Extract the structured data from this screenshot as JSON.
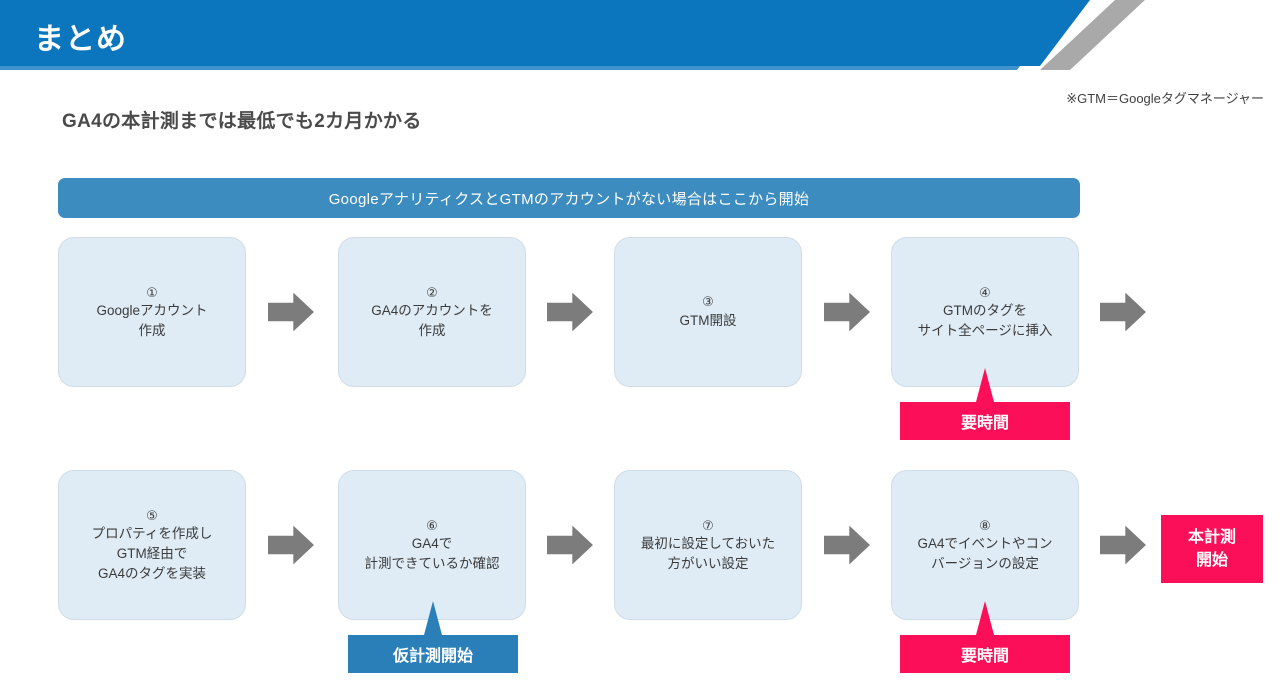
{
  "header": {
    "title": "まとめ",
    "accent_color": "#0b76bd",
    "stripe_color": "#a9a9a9"
  },
  "note": "※GTM＝Googleタグマネージャー",
  "subtitle": "GA4の本計測までは最低でも2カ月かかる",
  "top_banner": {
    "label": "GoogleアナリティクスとGTMのアカウントがない場合はここから開始",
    "color": "#3c8cc0"
  },
  "flow": {
    "row1": {
      "steps": [
        {
          "num": "①",
          "line1": "Googleアカウント",
          "line2": "作成",
          "line3": "",
          "line4": ""
        },
        {
          "num": "②",
          "line1": "GA4のアカウントを",
          "line2": "作成",
          "line3": "",
          "line4": ""
        },
        {
          "num": "③",
          "line1": "GTM開設",
          "line2": "",
          "line3": "",
          "line4": ""
        },
        {
          "num": "④",
          "line1": "GTMのタグを",
          "line2": "サイト全ページに挿入",
          "line3": "",
          "line4": ""
        }
      ],
      "callouts": [
        {
          "label": "要時間",
          "color": "#fa0f58",
          "style": "pink"
        }
      ]
    },
    "row2": {
      "steps": [
        {
          "num": "⑤",
          "line1": "プロパティを作成し",
          "line2": "GTM経由で",
          "line3": "GA4のタグを実装",
          "line4": ""
        },
        {
          "num": "⑥",
          "line1": "GA4で",
          "line2": "計測できているか確認",
          "line3": "",
          "line4": ""
        },
        {
          "num": "⑦",
          "line1": "最初に設定しておいた",
          "line2": "方がいい設定",
          "line3": "",
          "line4": ""
        },
        {
          "num": "⑧",
          "line1": "GA4でイベントやコン",
          "line2": "バージョンの設定",
          "line3": "",
          "line4": ""
        }
      ],
      "callouts": [
        {
          "label": "仮計測開始",
          "color": "#2a7fb8",
          "style": "blue"
        },
        {
          "label": "要時間",
          "color": "#fa0f58",
          "style": "pink"
        }
      ]
    }
  },
  "final": {
    "line1": "本計測",
    "line2": "開始",
    "color": "#fa0f58"
  },
  "arrow_color": "#7c7c7c",
  "step_box_color": "#dfecf6"
}
